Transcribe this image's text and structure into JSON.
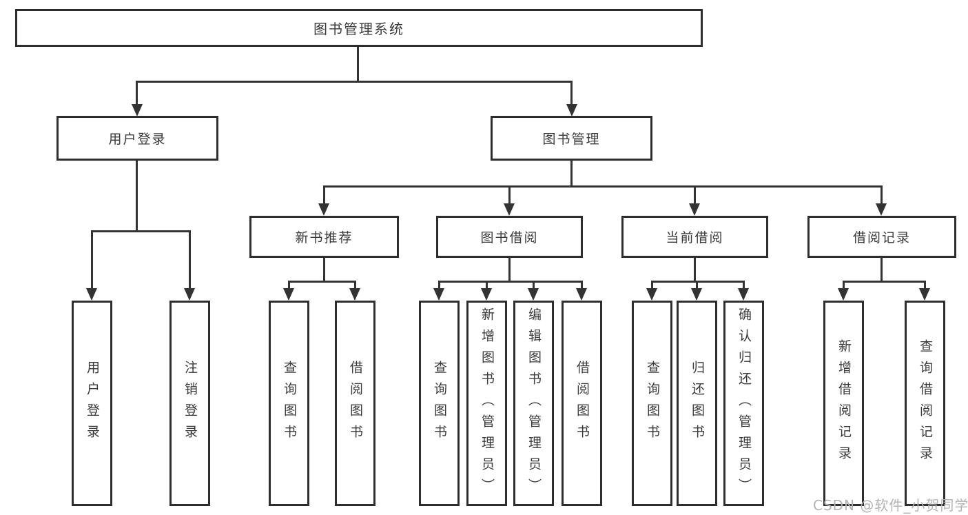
{
  "tree": {
    "root": "图书管理系统",
    "login": {
      "label": "用户登录",
      "children": [
        "用户登录",
        "注销登录"
      ]
    },
    "mgmt": {
      "label": "图书管理",
      "sections": {
        "recommend": {
          "label": "新书推荐",
          "children": [
            "查询图书",
            "借阅图书"
          ]
        },
        "borrow": {
          "label": "图书借阅",
          "children": [
            "查询图书",
            "新增图书（管理员）",
            "编辑图书（管理员）",
            "借阅图书"
          ]
        },
        "current": {
          "label": "当前借阅",
          "children": [
            "查询图书",
            "归还图书",
            "确认归还（管理员）"
          ]
        },
        "records": {
          "label": "借阅记录",
          "children": [
            "新增借阅记录",
            "查询借阅记录"
          ]
        }
      }
    }
  },
  "watermark": "CSDN @软件_小贺同学",
  "colors": {
    "line": "#333333",
    "box_border": "#2e2e2e",
    "text": "#3a3a3a",
    "watermark": "#b3b3b3",
    "background": "#ffffff"
  }
}
